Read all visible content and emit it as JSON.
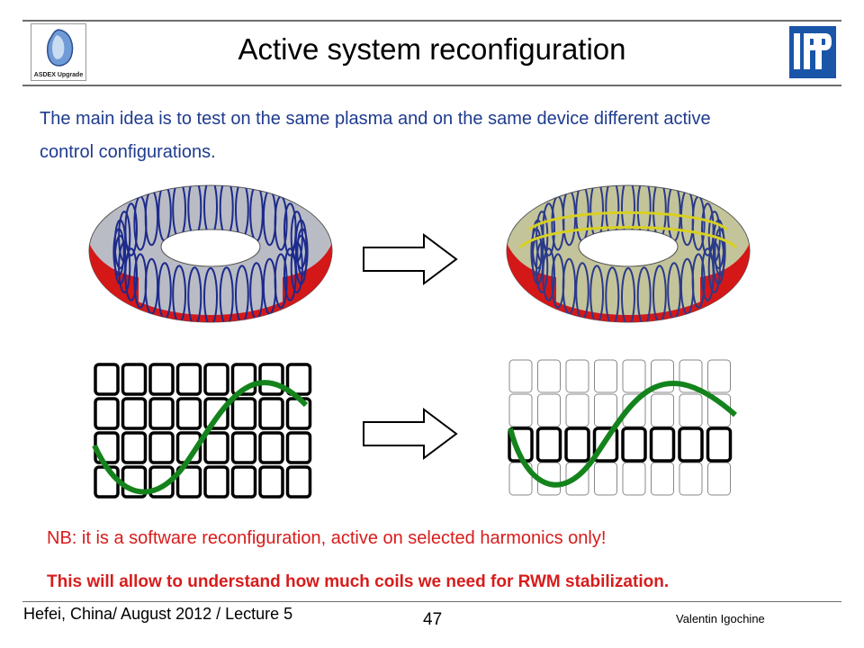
{
  "slide": {
    "title": "Active system reconfiguration",
    "logo_left_caption": "ASDEX Upgrade",
    "logo_right_text": "IPP",
    "intro": {
      "line1": "The main idea is to test on the same plasma and on the same device different active",
      "line2": "control configurations."
    },
    "note": "NB: it is a software reconfiguration, active on selected harmonics only!",
    "conclusion": "This will allow to understand how much coils we need for RWM stabilization."
  },
  "footer": {
    "left": "Hefei, China/ August 2012 / Lecture 5",
    "page": "47",
    "author": "Valentin Igochine"
  },
  "colors": {
    "text_blue": "#1f3b8f",
    "text_red": "#d81c1c",
    "wave_green": "#14831c",
    "coil_blue": "#1c2a8c",
    "coil_yellow": "#d8d020",
    "plasma_red": "#d41818",
    "torus_gray": "#b7b9c0"
  },
  "icons": [
    "arrow-right-icon",
    "torus-image",
    "coil-grid",
    "sine-wave"
  ]
}
